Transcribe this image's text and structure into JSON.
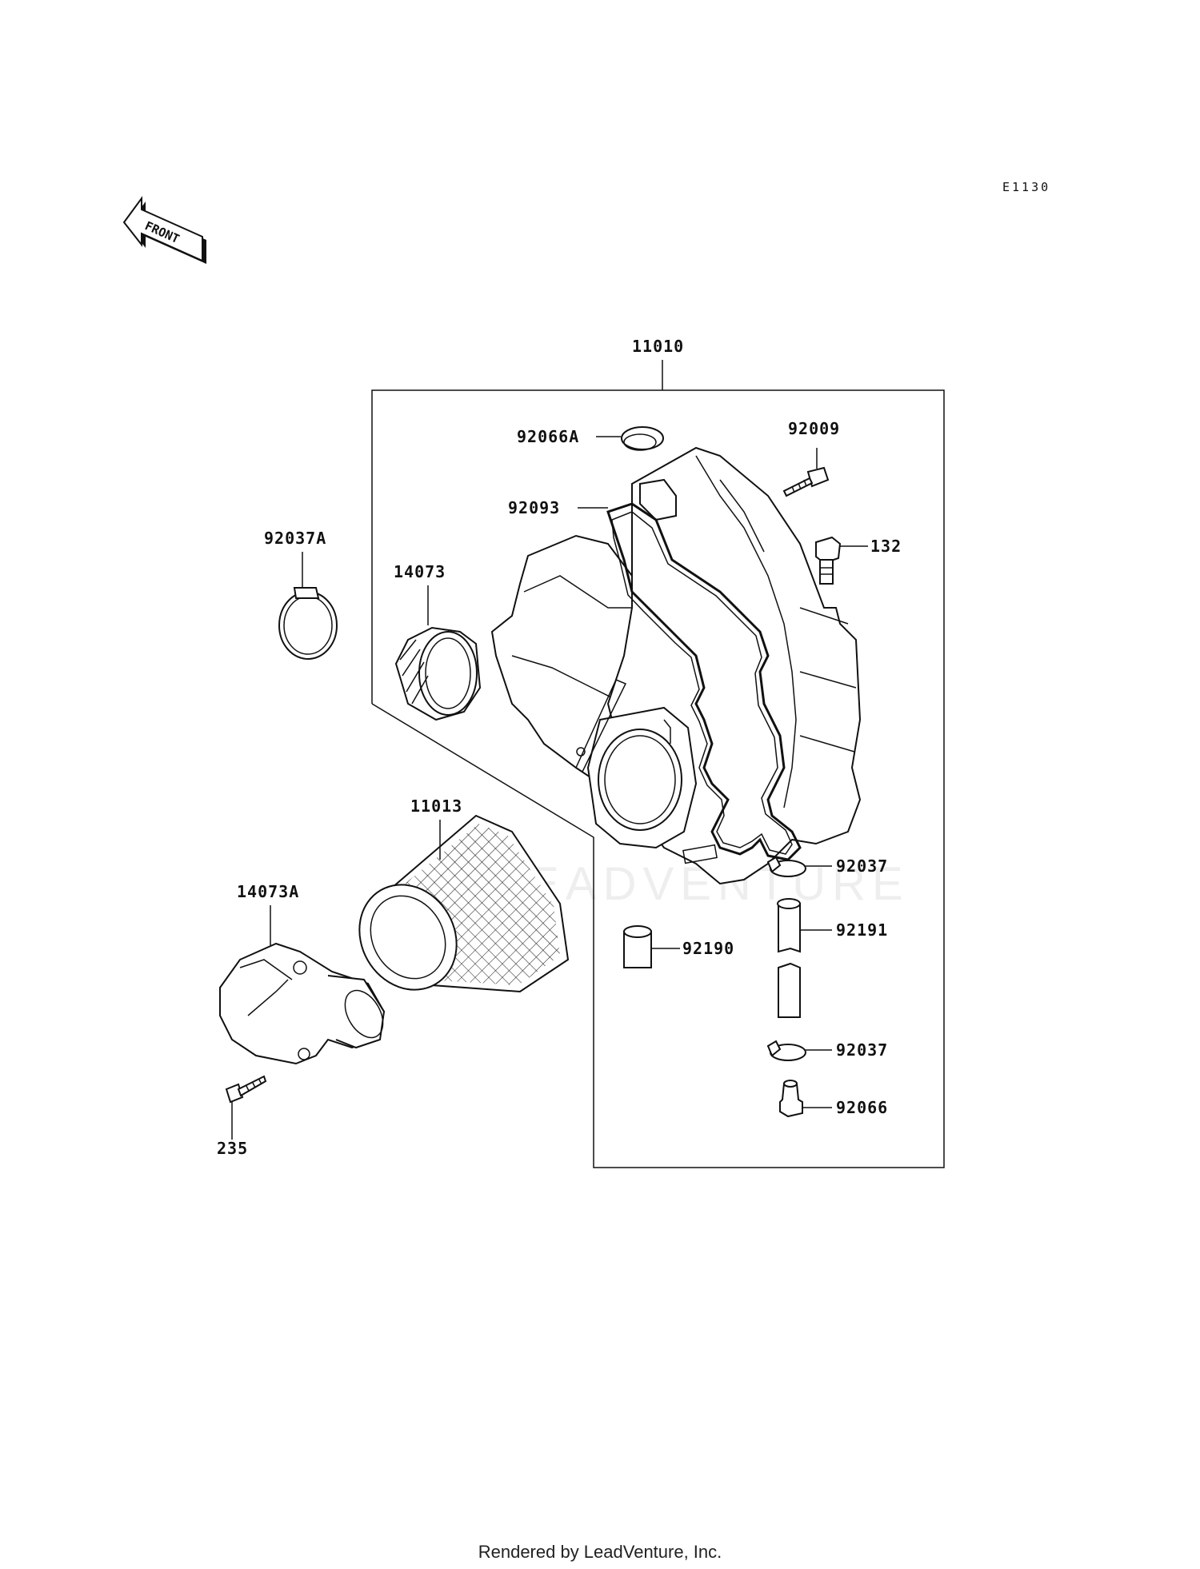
{
  "diagram": {
    "ref_code": "E1130",
    "front_label": "FRONT",
    "watermark": "LEADVENTURE",
    "parts": [
      {
        "id": "11010"
      },
      {
        "id": "92066A"
      },
      {
        "id": "92009"
      },
      {
        "id": "92093"
      },
      {
        "id": "132"
      },
      {
        "id": "92037A"
      },
      {
        "id": "14073"
      },
      {
        "id": "11013"
      },
      {
        "id": "14073A"
      },
      {
        "id": "235"
      },
      {
        "id": "92037"
      },
      {
        "id": "92191"
      },
      {
        "id": "92190"
      },
      {
        "id": "92037"
      },
      {
        "id": "92066"
      }
    ]
  },
  "footer": {
    "text": "Rendered by LeadVenture, Inc."
  }
}
